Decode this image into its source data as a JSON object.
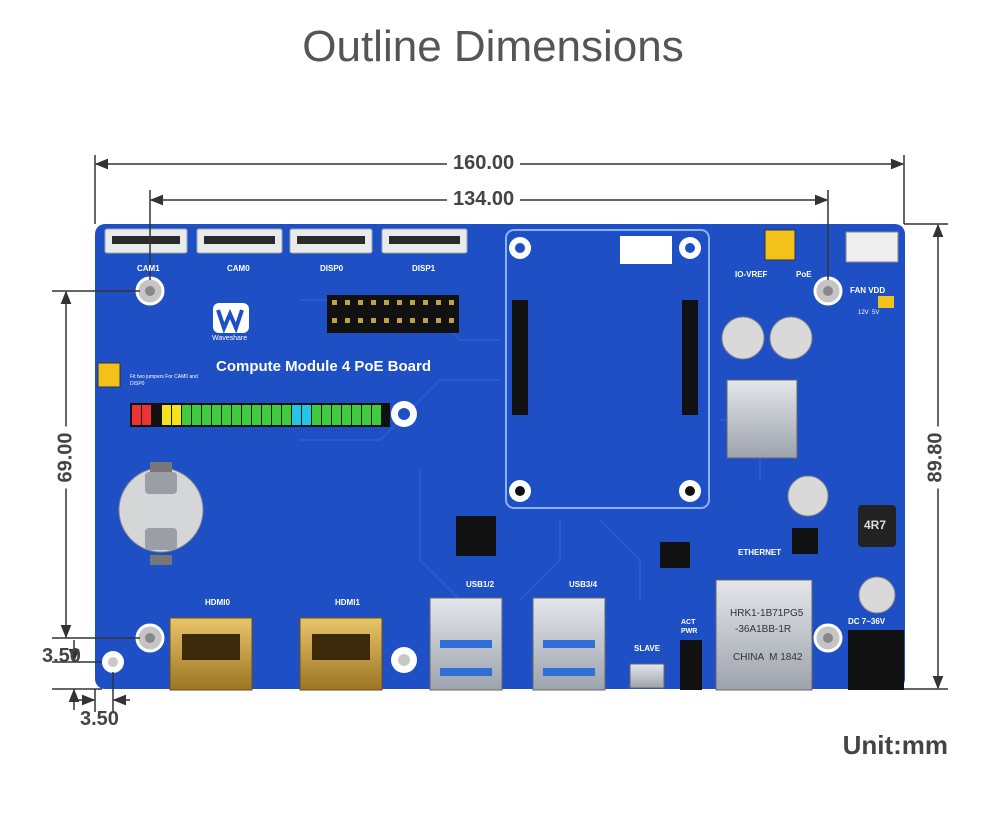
{
  "title": "Outline Dimensions",
  "unit_label": "Unit:mm",
  "dimensions": {
    "width_total": "160.00",
    "hole_spacing_x": "134.00",
    "height_total": "89.80",
    "hole_spacing_y": "69.00",
    "offset_y": "3.50",
    "offset_x": "3.50"
  },
  "board": {
    "name": "Compute Module 4 PoE Board",
    "brand": "Waveshare",
    "connectors": {
      "cam1": "CAM1",
      "cam0": "CAM0",
      "disp0": "DISP0",
      "disp1": "DISP1",
      "hdmi0": "HDMI0",
      "hdmi1": "HDMI1",
      "usb12": "USB1/2",
      "usb34": "USB3/4",
      "slave": "SLAVE",
      "ethernet": "ETHERNET",
      "act_pwr": "ACT PWR",
      "dc_in": "DC 7~36V",
      "io_vref": "IO-VREF",
      "poe": "PoE",
      "fan_vdd": "FAN VDD",
      "fan_vdd_sub": "12V  5V",
      "battery": "Battery CR2032",
      "jumper_note": "Fit two jumpers For CAM0 and DISP0",
      "inductor": "4R7",
      "transformer_line1": "HRK1-1B71PG5",
      "transformer_line2": "-36A1BB-1R",
      "transformer_line3": "CHINA  M 1842"
    }
  },
  "colors": {
    "board_blue": "#1f4fc4",
    "dimension_line": "#333333",
    "title": "#555555"
  }
}
